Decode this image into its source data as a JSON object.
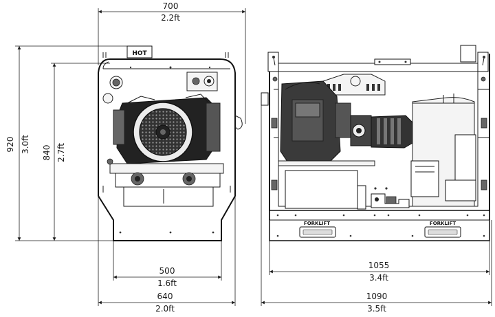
{
  "front_view": {
    "width_top_mm": "700",
    "width_top_ft": "2.2ft",
    "height_outer_mm": "920",
    "height_outer_ft": "3.0ft",
    "height_inner_mm": "840",
    "height_inner_ft": "2.7ft",
    "width_base_mm": "500",
    "width_base_ft": "1.6ft",
    "width_bottom_mm": "640",
    "width_bottom_ft": "2.0ft",
    "hot_label": "HOT"
  },
  "side_view": {
    "length_inner_mm": "1055",
    "length_inner_ft": "3.4ft",
    "length_outer_mm": "1090",
    "length_outer_ft": "3.5ft",
    "forklift_label_left": "FORKLIFT",
    "forklift_label_right": "FORKLIFT"
  }
}
